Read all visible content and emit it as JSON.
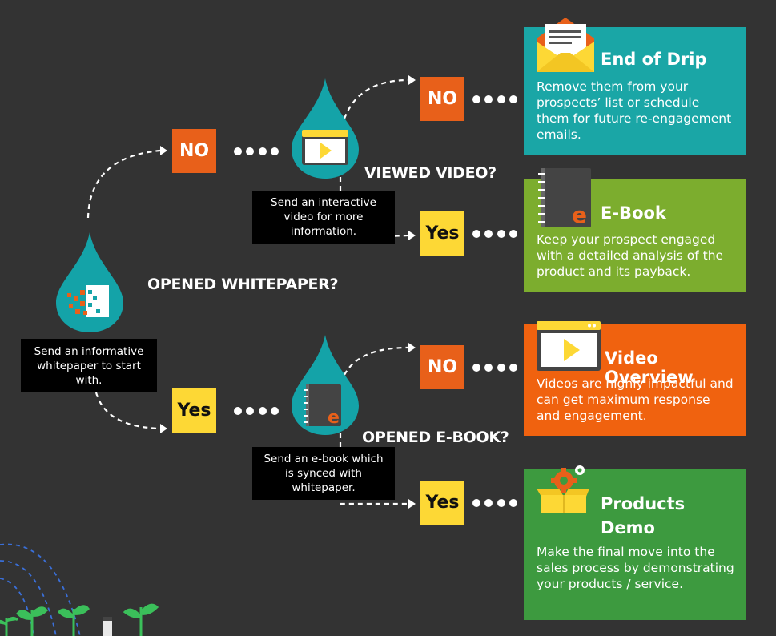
{
  "questions": {
    "whitepaper": "OPENED WHITEPAPER?",
    "video": "VIEWED VIDEO?",
    "ebook": "OPENED E-BOOK?"
  },
  "captions": {
    "whitepaper": "Send an informative whitepaper to start with.",
    "video": "Send an interactive video for more information.",
    "ebook": "Send an e-book which is synced with whitepaper."
  },
  "tags": {
    "whitepaper_no": "NO",
    "whitepaper_yes": "Yes",
    "video_no": "NO",
    "video_yes": "Yes",
    "ebook_no": "NO",
    "ebook_yes": "Yes"
  },
  "cards": {
    "end_of_drip": {
      "title": "End of Drip",
      "text": "Remove them from your prospects’ list or schedule them for future re-engagement emails.",
      "color": "#1aa6a6",
      "icon": "envelope-icon"
    },
    "ebook": {
      "title": "E-Book",
      "text": "Keep your prospect engaged with a detailed analysis of the product and its payback.",
      "color": "#7cad2e",
      "icon": "notebook-icon"
    },
    "video_overview": {
      "title": "Video Overview",
      "text": "Videos are highly impactful and can get maximum response and engagement.",
      "color": "#f0620f",
      "icon": "video-player-icon"
    },
    "products_demo": {
      "title": "Products Demo",
      "text": "Make the final move into the sales process by demonstrating your products / service.",
      "color": "#3d9a3f",
      "icon": "box-gear-icon"
    }
  },
  "colors": {
    "background": "#333333",
    "drop": "#14a3a8",
    "no": "#e8601a",
    "yes": "#fdd835"
  }
}
